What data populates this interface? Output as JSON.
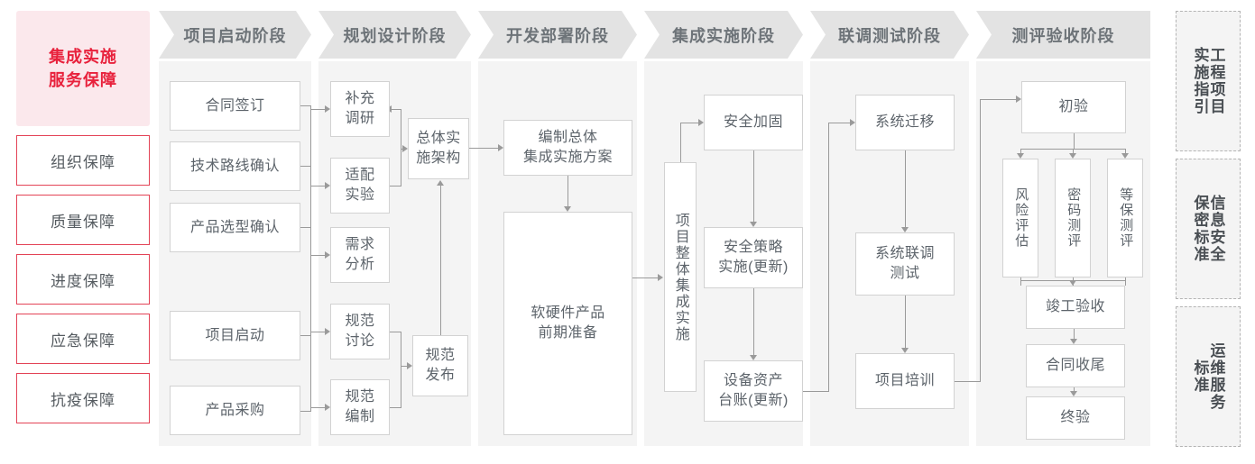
{
  "left_panel": {
    "header": "集成实施\n服务保障",
    "header_line1": "集成实施",
    "header_line2": "服务保障",
    "items": [
      {
        "label": "组织保障"
      },
      {
        "label": "质量保障"
      },
      {
        "label": "进度保障"
      },
      {
        "label": "应急保障"
      },
      {
        "label": "抗疫保障"
      }
    ]
  },
  "phases": [
    {
      "label": "项目启动阶段"
    },
    {
      "label": "规划设计阶段"
    },
    {
      "label": "开发部署阶段"
    },
    {
      "label": "集成实施阶段"
    },
    {
      "label": "联调测试阶段"
    },
    {
      "label": "测评验收阶段"
    }
  ],
  "nodes": {
    "p1_contract": "合同签订",
    "p1_techroute": "技术路线确认",
    "p1_product_sel": "产品选型确认",
    "p1_kickoff": "项目启动",
    "p1_purchase": "产品采购",
    "p2_survey_l1": "补充",
    "p2_survey_l2": "调研",
    "p2_adapt_l1": "适配",
    "p2_adapt_l2": "实验",
    "p2_req_l1": "需求",
    "p2_req_l2": "分析",
    "p2_spec_disc_l1": "规范",
    "p2_spec_disc_l2": "讨论",
    "p2_spec_write_l1": "规范",
    "p2_spec_write_l2": "编制",
    "p2_arch_l1": "总体实",
    "p2_arch_l2": "施架构",
    "p2_spec_pub_l1": "规范",
    "p2_spec_pub_l2": "发布",
    "p3_plan_l1": "编制总体",
    "p3_plan_l2": "集成实施方案",
    "p3_prep_l1": "软硬件产品",
    "p3_prep_l2": "前期准备",
    "p4_overall": "项目整体集成实施",
    "p4_harden": "安全加固",
    "p4_policy_l1": "安全策略",
    "p4_policy_l2": "实施(更新)",
    "p4_asset_l1": "设备资产",
    "p4_asset_l2": "台账(更新)",
    "p5_migrate": "系统迁移",
    "p5_jointtest_l1": "系统联调",
    "p5_jointtest_l2": "测试",
    "p5_training": "项目培训",
    "p6_initial": "初验",
    "p6_risk": "风险评估",
    "p6_crypto": "密码测评",
    "p6_grade": "等保测评",
    "p6_completion": "竣工验收",
    "p6_contract_close": "合同收尾",
    "p6_final": "终验"
  },
  "right_panel": {
    "items": [
      {
        "col_right": "工程项目",
        "col_left": "实施指引",
        "full": "工程项目实施指引"
      },
      {
        "col_right": "信息安全",
        "col_left": "保密标准",
        "full": "信息安全保密标准"
      },
      {
        "col_right": "运维服务",
        "col_left": "标准",
        "full": "运维服务标准"
      }
    ]
  },
  "colors": {
    "accent_red": "#e8213c",
    "accent_red_border": "#e34356",
    "accent_pink_bg": "#fbe8ec",
    "header_gray": "#e3e3e3",
    "column_gray": "#f4f4f4",
    "node_border": "#d2d2d2",
    "line_gray": "#9a9a9a",
    "text_gray": "#5d646b"
  }
}
